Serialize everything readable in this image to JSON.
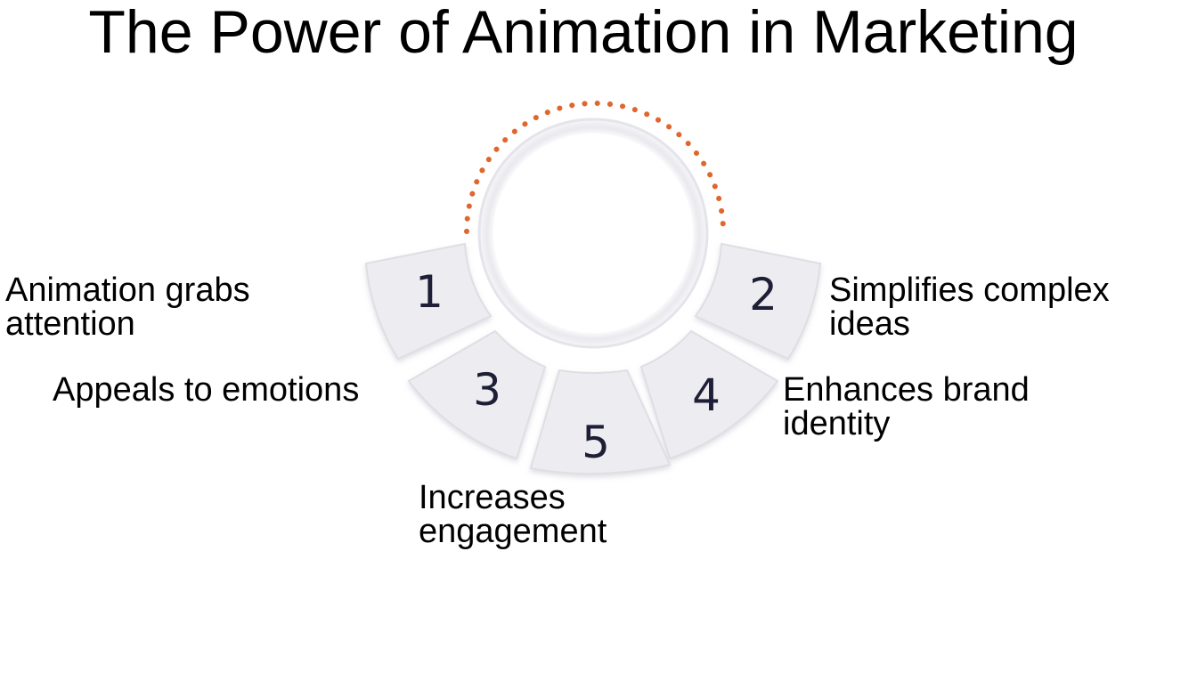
{
  "title": "The Power of Animation in Marketing",
  "colors": {
    "segment_fill": "#ededf1",
    "segment_stroke": "#dedee4",
    "dotted_arc": "#e0662d",
    "number_text": "#1e1e36",
    "text": "#000000"
  },
  "segments": [
    {
      "number": "1",
      "label": "Animation grabs",
      "label2": "attention"
    },
    {
      "number": "2",
      "label": "Simplifies complex",
      "label2": "ideas"
    },
    {
      "number": "3",
      "label": "Appeals to emotions",
      "label2": ""
    },
    {
      "number": "4",
      "label": "Enhances brand",
      "label2": "identity"
    },
    {
      "number": "5",
      "label": "Increases",
      "label2": "engagement"
    }
  ]
}
